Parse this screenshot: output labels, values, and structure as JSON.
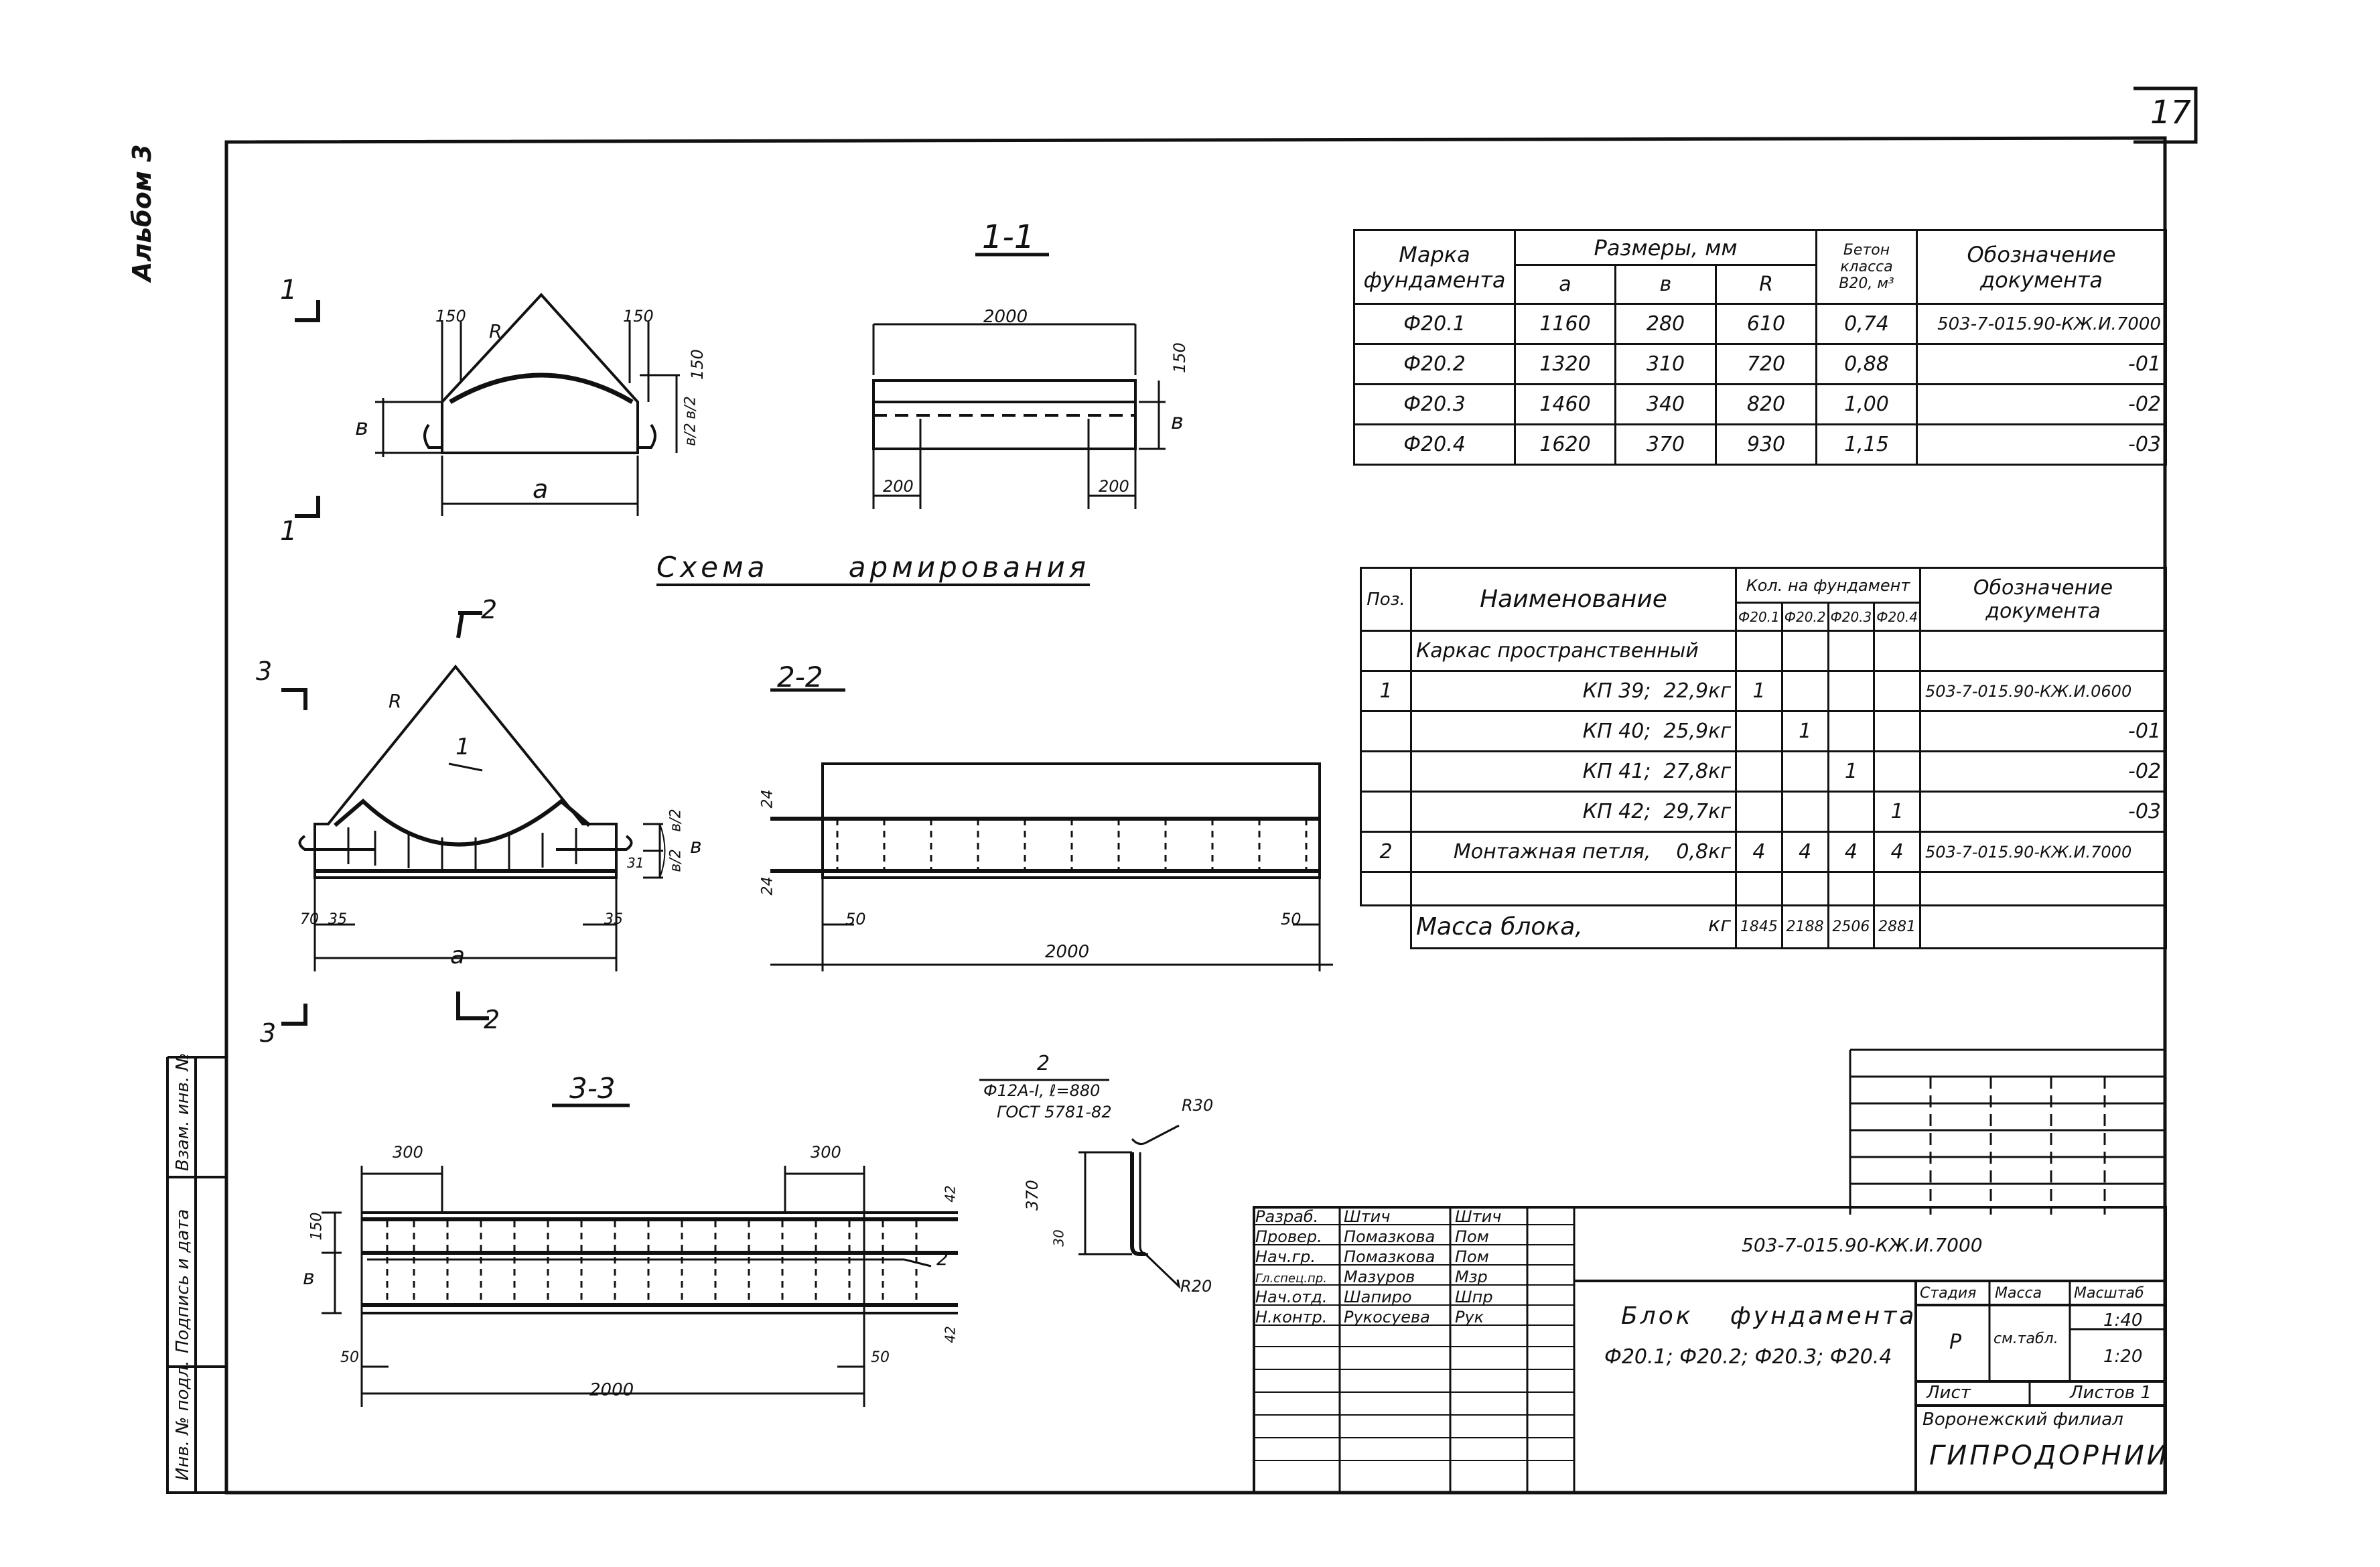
{
  "page_number": "17",
  "album_label": "Альбом 3",
  "side_stamp": {
    "labels": [
      "Взам. инв. №",
      "Подпись и дата",
      "Инв. № подл."
    ]
  },
  "drawings": {
    "section_1_1": {
      "title": "1-1",
      "cut_label": "1",
      "dims": {
        "a": "a",
        "b": "в",
        "r": "R",
        "d150a": "150",
        "d150b": "150",
        "d150c": "150",
        "half1": "в/2",
        "half2": "в/2"
      }
    },
    "view_1_1": {
      "length": "2000",
      "d150": "150",
      "b": "в",
      "left": "200",
      "right": "200"
    },
    "scheme_title": "Схема армирования",
    "arm_front": {
      "cut2": "2",
      "cut3": "3",
      "pos1": "1",
      "r": "R",
      "a": "a",
      "b": "в",
      "half1": "в/2",
      "half2": "в/2",
      "d31": "31",
      "d70": "70",
      "d35l": "35",
      "d35r": "35"
    },
    "section_2_2": {
      "title": "2-2",
      "d24t": "24",
      "d24b": "24",
      "left": "50",
      "right": "50",
      "length": "2000"
    },
    "section_3_3": {
      "title": "3-3",
      "left300": "300",
      "right300": "300",
      "d150": "150",
      "b": "в",
      "d42t": "42",
      "d42b": "42",
      "pos2": "2",
      "left50": "50",
      "right50": "50",
      "length": "2000"
    },
    "loop_detail": {
      "pos": "2",
      "spec1": "Ф12А-I, ℓ=880",
      "spec2": "ГОСТ 5781-82",
      "r30": "R30",
      "r20": "R20",
      "h370": "370",
      "d30": "30"
    }
  },
  "table1": {
    "headers": {
      "mark": "Марка фундамента",
      "sizes": "Размеры, мм",
      "a": "a",
      "b": "в",
      "r": "R",
      "concrete": "Бетон класса В20, м³",
      "doc": "Обозначение документа"
    },
    "rows": [
      {
        "mark": "Ф20.1",
        "a": "1160",
        "b": "280",
        "r": "610",
        "conc": "0,74",
        "doc": "503-7-015.90-КЖ.И.7000"
      },
      {
        "mark": "Ф20.2",
        "a": "1320",
        "b": "310",
        "r": "720",
        "conc": "0,88",
        "doc": "-01"
      },
      {
        "mark": "Ф20.3",
        "a": "1460",
        "b": "340",
        "r": "820",
        "conc": "1,00",
        "doc": "-02"
      },
      {
        "mark": "Ф20.4",
        "a": "1620",
        "b": "370",
        "r": "930",
        "conc": "1,15",
        "doc": "-03"
      }
    ]
  },
  "table2": {
    "headers": {
      "pos": "Поз.",
      "name": "Наименование",
      "qty": "Кол. на фундамент",
      "f1": "Ф20.1",
      "f2": "Ф20.2",
      "f3": "Ф20.3",
      "f4": "Ф20.4",
      "doc": "Обозначение документа"
    },
    "group": "Каркас пространственный",
    "rows": [
      {
        "pos": "1",
        "name": "КП 39;",
        "mass": "22,9кг",
        "q1": "1",
        "q2": "",
        "q3": "",
        "q4": "",
        "doc": "503-7-015.90-КЖ.И.0600"
      },
      {
        "pos": "",
        "name": "КП 40;",
        "mass": "25,9кг",
        "q1": "",
        "q2": "1",
        "q3": "",
        "q4": "",
        "doc": "-01"
      },
      {
        "pos": "",
        "name": "КП 41;",
        "mass": "27,8кг",
        "q1": "",
        "q2": "",
        "q3": "1",
        "q4": "",
        "doc": "-02"
      },
      {
        "pos": "",
        "name": "КП 42;",
        "mass": "29,7кг",
        "q1": "",
        "q2": "",
        "q3": "",
        "q4": "1",
        "doc": "-03"
      },
      {
        "pos": "2",
        "name": "Монтажная петля,",
        "mass": "0,8кг",
        "q1": "4",
        "q2": "4",
        "q3": "4",
        "q4": "4",
        "doc": "503-7-015.90-КЖ.И.7000"
      }
    ],
    "mass_label": "Масса блока,",
    "mass_unit": "кг",
    "mass": [
      "1845",
      "2188",
      "2506",
      "2881"
    ]
  },
  "title_block": {
    "roles": [
      {
        "role": "Разраб.",
        "name": "Штич",
        "sign": "Штич"
      },
      {
        "role": "Провер.",
        "name": "Помазкова",
        "sign": "Пом"
      },
      {
        "role": "Нач.гр.",
        "name": "Помазкова",
        "sign": "Пом"
      },
      {
        "role": "Гл.спец.пр.",
        "name": "Мазуров",
        "sign": "Мзр"
      },
      {
        "role": "Нач.отд.",
        "name": "Шапиро",
        "sign": "Шпр"
      },
      {
        "role": "Н.контр.",
        "name": "Рукосуева",
        "sign": "Рук"
      }
    ],
    "code": "503-7-015.90-КЖ.И.7000",
    "name1": "Блок фундамента",
    "name2": "Ф20.1; Ф20.2; Ф20.3; Ф20.4",
    "stage_h": "Стадия",
    "mass_h": "Масса",
    "scale_h": "Масштаб",
    "stage": "Р",
    "mass": "см.табл.",
    "scale1": "1:40",
    "scale2": "1:20",
    "sheet": "Лист",
    "sheets": "Листов 1",
    "org1": "Воронежский филиал",
    "org2": "ГИПРОДОРНИИ"
  }
}
